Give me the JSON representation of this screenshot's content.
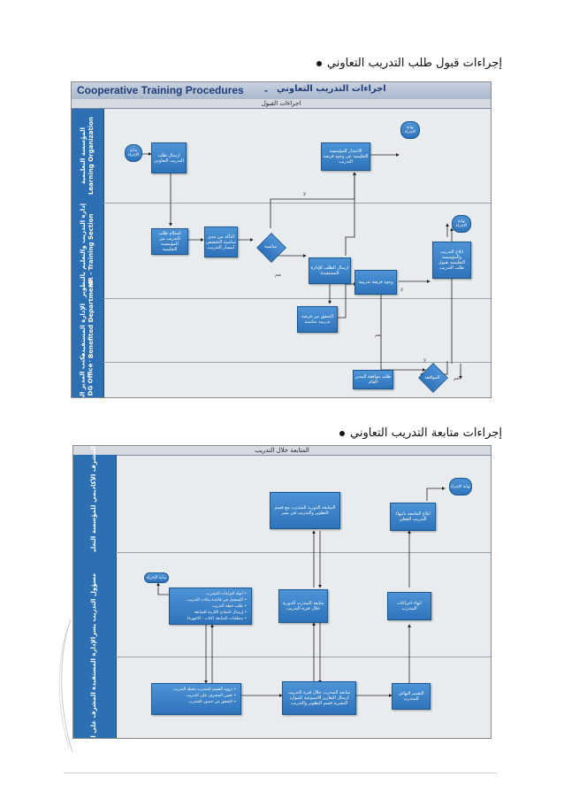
{
  "sections": [
    {
      "heading": "إجراءات قبول طلب التدريب التعاوني",
      "title_en": "Cooperative Training Procedures",
      "title_sep": "-",
      "title_ar": "اجراءات التدريب التعاوني",
      "subheader": "اجراءات القبول",
      "lanes": [
        {
          "ar": "المؤسسة التعليمية",
          "en": "Learning Organization"
        },
        {
          "ar": "إدارة التدريب والتعليم بالتطوير",
          "en": "HR - Training Section"
        },
        {
          "ar": "الإدارة المستفيدة",
          "en": "Yosor Benefited Department"
        },
        {
          "ar": "مكتب المدير العام",
          "en": "DG Office"
        }
      ],
      "boxes": {
        "start": "بداية الإجراء",
        "send_request": "ارسال طلب التدريب التعاوني",
        "receive_request": "استلام طلب التدريب من المؤسسة التعليمية",
        "check_fit": "التأكد من مدى مناسبة التخصص لمسار التدريب",
        "decision": "مناسبة",
        "notify_org": "الاعتذار للمؤسسة التعليمية عن وجود فرصة التدريب",
        "send_dept": "ارسال الطلب للإدارة المستفيدة",
        "opportunity": "وجود فرصة تدريبية",
        "check_opp": "التحقق من فرصة تدريبية مناسبة",
        "notify_trainee": "ابلاغ التدريب والمؤسسة التعليمية بقبول طلب التدريب",
        "end": "نهاية الإجراء",
        "dg_approval": "طلب موافقة المدير العام",
        "approval": "الموافقة",
        "end_reject": "نهاية الإجراء"
      },
      "labels": {
        "no": "لا",
        "yes": "نعم"
      }
    },
    {
      "heading": "إجراءات متابعة التدريب التعاوني",
      "subheader": "المتابعة خلال التدريب",
      "lanes": [
        {
          "ar": "المشرف الأكاديمي للمؤسسة التعليمية",
          "en": ""
        },
        {
          "ar": "مسؤول التدريب يسر",
          "en": ""
        },
        {
          "ar": "الإدارة المستفيدة المشرف على التدريب",
          "en": ""
        }
      ],
      "boxes": {
        "end": "نهاية الإجراء",
        "periodic_followup": "المتابعة الدورية للمتدرب مع قسم التطوير والتدريب في يسر",
        "inform_done": "ابلاغ الجامعة بانتهاء التدريب الفعلي",
        "start": "بداية الإجراء",
        "duties": [
          "انهاء اجراءات المتدرب",
          "التسجيل في قاعدة بيانات التدريب",
          "طلب خطة التدريب",
          "إرسال النماذج اللازمة للمتابعة",
          "متطلبات المتابعة (كتاب - الاجهزة)"
        ],
        "follow_trainee": "متابعة المتدرب الدورية خلال فترة التدريب",
        "finish_procedures": "انهاء اجراءات المتدرب",
        "assign_items": [
          "تزويد القسم المتدرب بخطة التدريب",
          "تعيين المشرف على التدريب",
          "التحقق من حضور المتدرب"
        ],
        "dept_followup": "متابعة المتدرب خلال فترة التدريب ارسال التقارير الاسبوعية للموارد البشرية قسم التطوير والتدريب",
        "final_report": "التقييم النهائي للمتدرب"
      }
    }
  ]
}
